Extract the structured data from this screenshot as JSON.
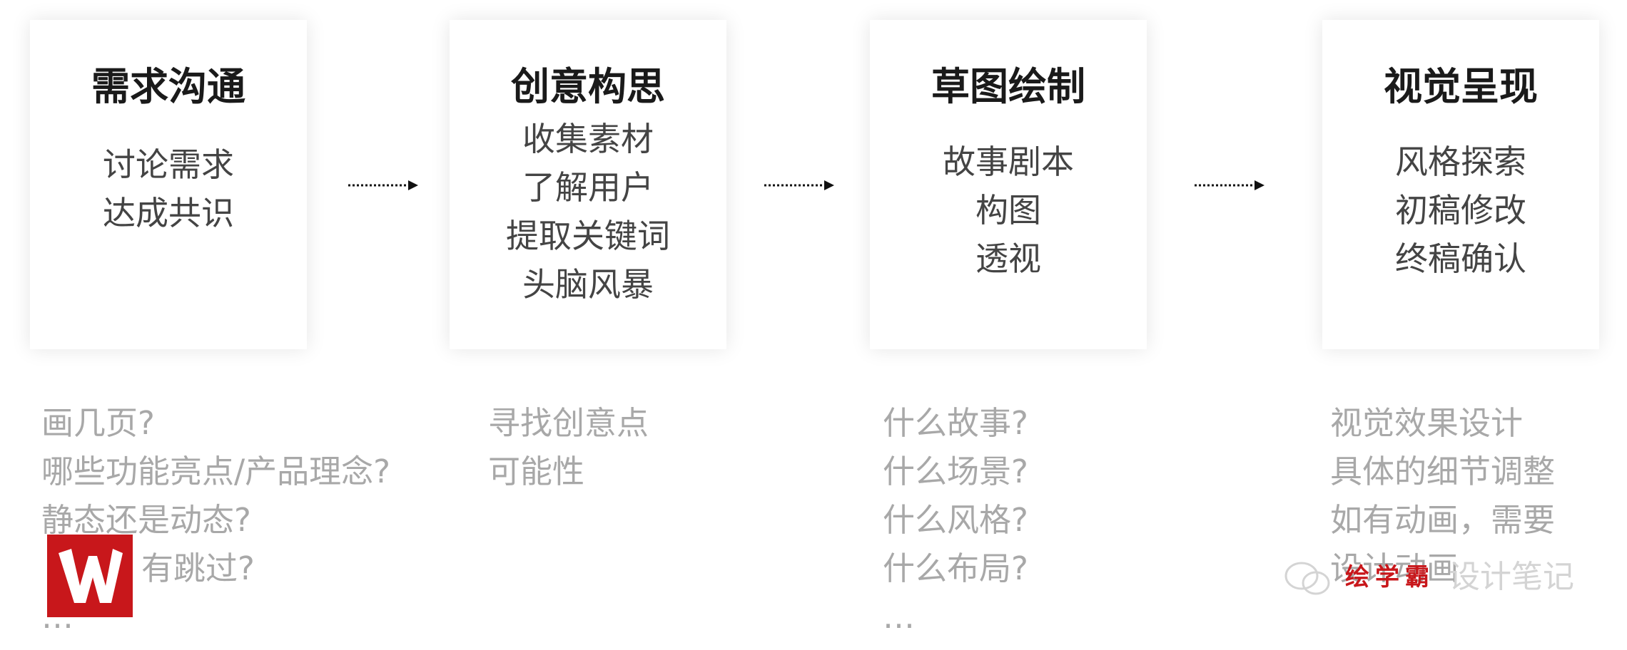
{
  "steps": [
    {
      "title": "需求沟通",
      "items": [
        "讨论需求",
        "达成共识"
      ]
    },
    {
      "title": "创意构思",
      "items": [
        "收集素材",
        "了解用户",
        "提取关键词",
        "头脑风暴"
      ]
    },
    {
      "title": "草图绘制",
      "items": [
        "故事剧本",
        "构图",
        "透视"
      ]
    },
    {
      "title": "视觉呈现",
      "items": [
        "风格探索",
        "初稿修改",
        "终稿确认"
      ]
    }
  ],
  "notes": [
    {
      "lines": [
        "画几页?",
        "哪些功能亮点/产品理念?",
        "静态还是动态?",
        "有跳过?",
        "…"
      ]
    },
    {
      "lines": [
        "寻找创意点",
        "可能性"
      ]
    },
    {
      "lines": [
        "什么故事?",
        "什么场景?",
        "什么风格?",
        "什么布局?",
        "…"
      ]
    },
    {
      "lines": [
        "视觉效果设计",
        "具体的细节调整",
        "如有动画，需要",
        "设计动画"
      ]
    }
  ],
  "watermark": {
    "badge": "绘学霸",
    "text": "设计笔记"
  },
  "colors": {
    "logo": "#c8171b",
    "title": "#1a1a1a",
    "item": "#444444",
    "note": "#a8a8a8"
  }
}
